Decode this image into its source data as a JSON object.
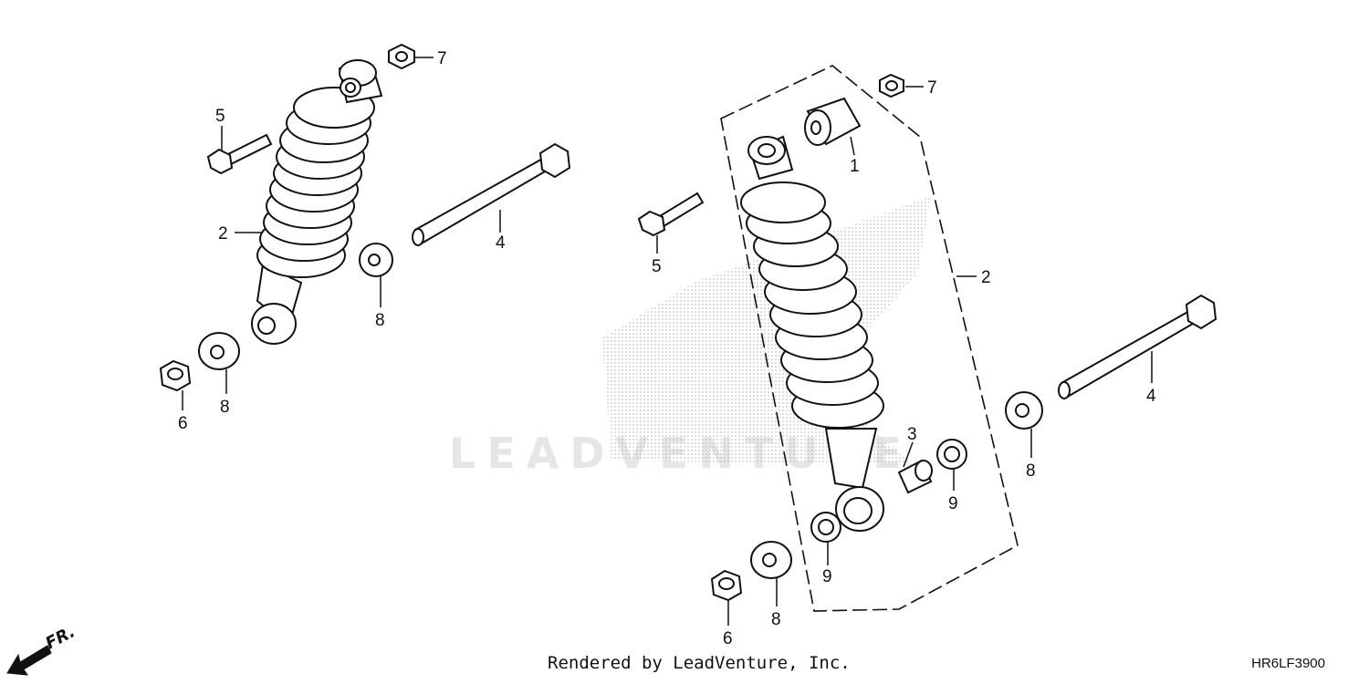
{
  "title": "",
  "watermark": "LEADVENTURE",
  "credit": "Rendered by LeadVenture, Inc.",
  "diagram_code": "HR6LF3900",
  "direction_label": "FR.",
  "colors": {
    "line": "#111111",
    "fill": "#ffffff",
    "halftone": "#bfbfbf",
    "watermark": "#e6e6e6"
  },
  "callouts_left": [
    "7",
    "5",
    "2",
    "4",
    "8",
    "6",
    "8"
  ],
  "callouts_right": [
    "7",
    "1",
    "5",
    "2",
    "4",
    "3",
    "8",
    "9",
    "9",
    "8",
    "6"
  ]
}
